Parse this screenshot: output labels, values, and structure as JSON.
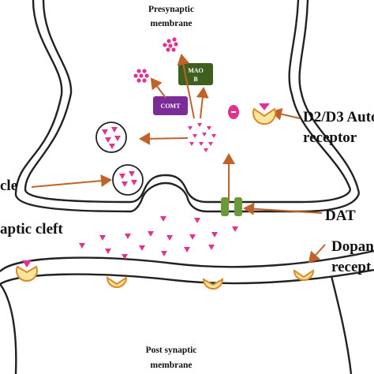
{
  "labels": {
    "presynaptic_line1": "Presynaptic",
    "presynaptic_line2": "membrane",
    "postsynaptic_line1": "Post synaptic",
    "postsynaptic_line2": "membrane",
    "autoreceptor_line1": "D2/D3 Auto",
    "autoreceptor_line2": "receptor",
    "vesicle": "cle",
    "synaptic_cleft": "aptic cleft",
    "dat": "DAT",
    "dopamine_receptor_line1": "Dopan",
    "dopamine_receptor_line2": "recept"
  },
  "enzymes": {
    "mao_line1": "MAO",
    "mao_line2": "B",
    "comt": "COMT"
  },
  "colors": {
    "membrane": "#222222",
    "arrow": "#c0622a",
    "dopamine": "#e0338f",
    "mao": "#3f5f1f",
    "comt": "#7b2c96",
    "transporter": "#6a9a3a",
    "receptor_fill": "#fbe59a",
    "receptor_stroke": "#d98a2a"
  }
}
